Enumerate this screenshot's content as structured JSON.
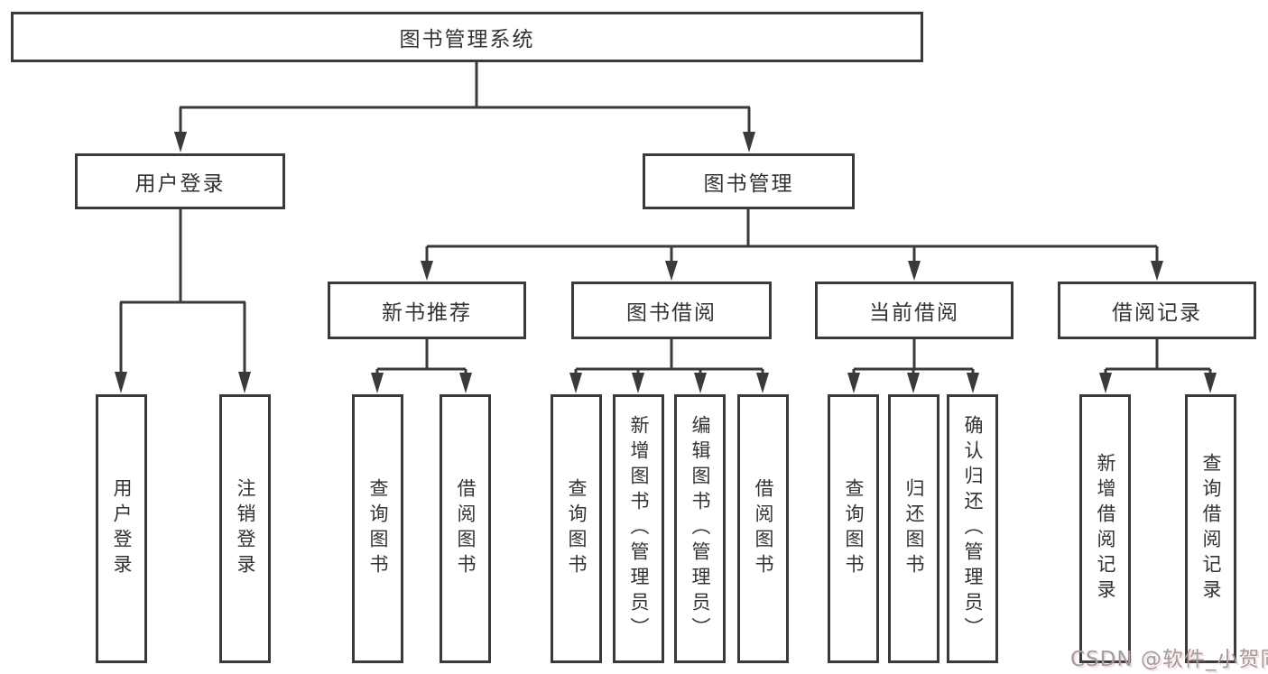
{
  "tree": {
    "root": {
      "label": "图书管理系统",
      "children": [
        {
          "label": "用户登录",
          "children": [
            {
              "label": "用户登录"
            },
            {
              "label": "注销登录"
            }
          ]
        },
        {
          "label": "图书管理",
          "children": [
            {
              "label": "新书推荐",
              "children": [
                {
                  "label": "查询图书"
                },
                {
                  "label": "借阅图书"
                }
              ]
            },
            {
              "label": "图书借阅",
              "children": [
                {
                  "label": "查询图书"
                },
                {
                  "label": "新增图书（管理员）"
                },
                {
                  "label": "编辑图书（管理员）"
                },
                {
                  "label": "借阅图书"
                }
              ]
            },
            {
              "label": "当前借阅",
              "children": [
                {
                  "label": "查询图书"
                },
                {
                  "label": "归还图书"
                },
                {
                  "label": "确认归还（管理员）"
                }
              ]
            },
            {
              "label": "借阅记录",
              "children": [
                {
                  "label": "新增借阅记录"
                },
                {
                  "label": "查询借阅记录"
                }
              ]
            }
          ]
        }
      ]
    }
  },
  "watermark": "CSDN @软件_小贺同学",
  "colors": {
    "line": "#3a3a3a",
    "box_border": "#3a3a3a",
    "box_fill": "#ffffff",
    "text": "#333333",
    "watermark": "#9e9e9e",
    "background": "#ffffff"
  }
}
